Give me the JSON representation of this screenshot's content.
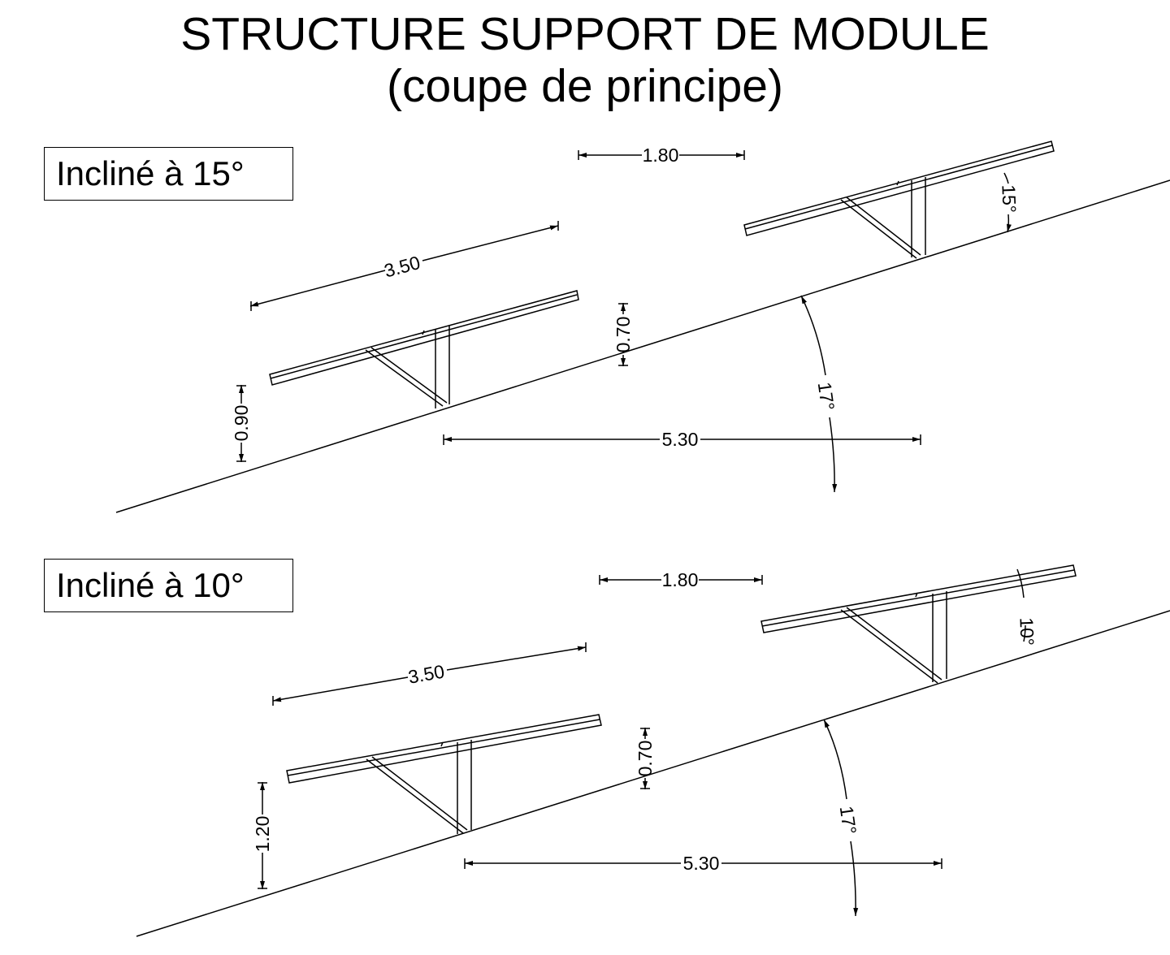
{
  "title": {
    "line1": "STRUCTURE SUPPORT DE MODULE",
    "line2": "(coupe de principe)"
  },
  "sections": [
    {
      "label": "Incliné à  15°",
      "dims": {
        "spacing_top": "1.80",
        "panel_length": "3.50",
        "clearance": "0.70",
        "low_height": "0.90",
        "pitch": "5.30",
        "slope_angle": "17°",
        "tilt_angle": "15°"
      }
    },
    {
      "label": "Incliné à  10°",
      "dims": {
        "spacing_top": "1.80",
        "panel_length": "3.50",
        "clearance": "0.70",
        "low_height": "1.20",
        "pitch": "5.30",
        "slope_angle": "17°",
        "tilt_angle": "10°"
      }
    }
  ],
  "colors": {
    "line": "#000000",
    "background": "#ffffff"
  }
}
